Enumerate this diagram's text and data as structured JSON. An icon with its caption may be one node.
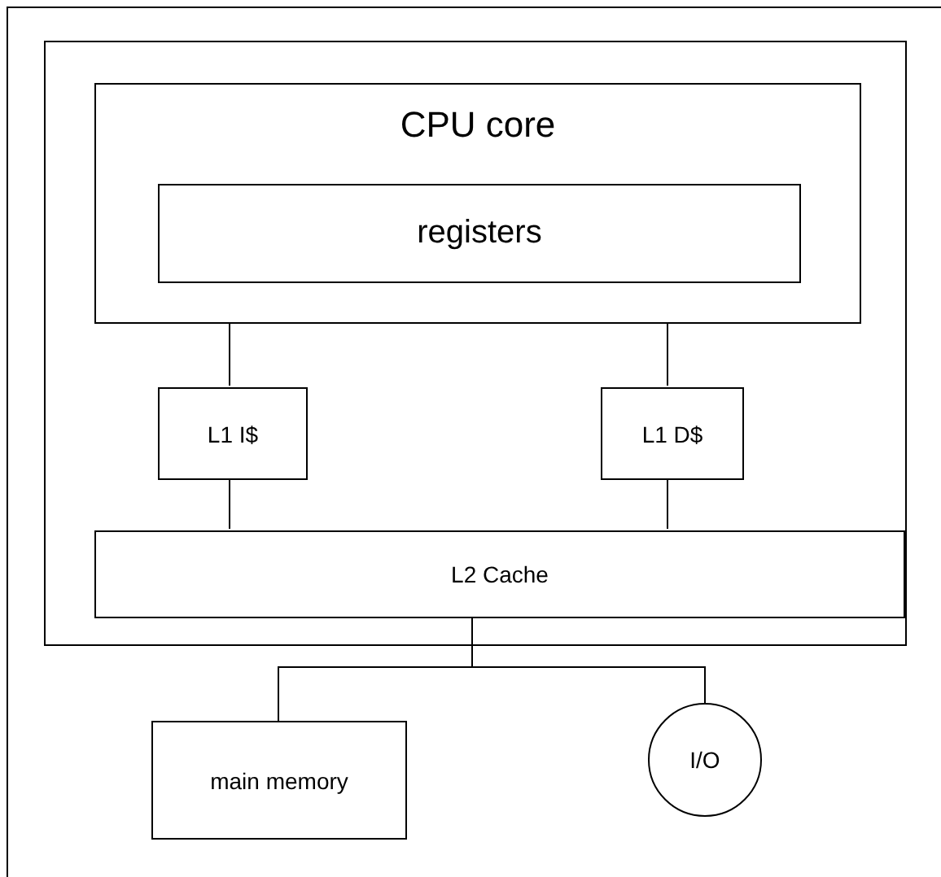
{
  "diagram": {
    "nodes": [
      {
        "text": [],
        "shape": "box"
      },
      {
        "text": [
          "CPU core"
        ],
        "in": 0
      },
      {
        "text": [
          "registers"
        ],
        "in": 1
      },
      {
        "text": [
          "L1 I$"
        ],
        "in": 0
      },
      {
        "text": [
          "L1 D$"
        ],
        "in": 0
      },
      {
        "text": [
          "L2 Cache"
        ],
        "in": 0
      },
      {
        "text": [
          "main memory"
        ]
      },
      {
        "text": [
          "I/O"
        ]
      }
    ],
    "edges": [
      {
        "from": 1,
        "to": 3,
        "arrow": "none"
      },
      {
        "from": 1,
        "to": 4,
        "arrow": "none"
      },
      {
        "from": 3,
        "to": 5,
        "arrow": "none"
      },
      {
        "from": 4,
        "to": 5,
        "arrow": "none"
      },
      {
        "from": 5,
        "to": 6,
        "arrow": "none"
      },
      {
        "from": 5,
        "to": 7,
        "arrow": "none"
      }
    ]
  }
}
